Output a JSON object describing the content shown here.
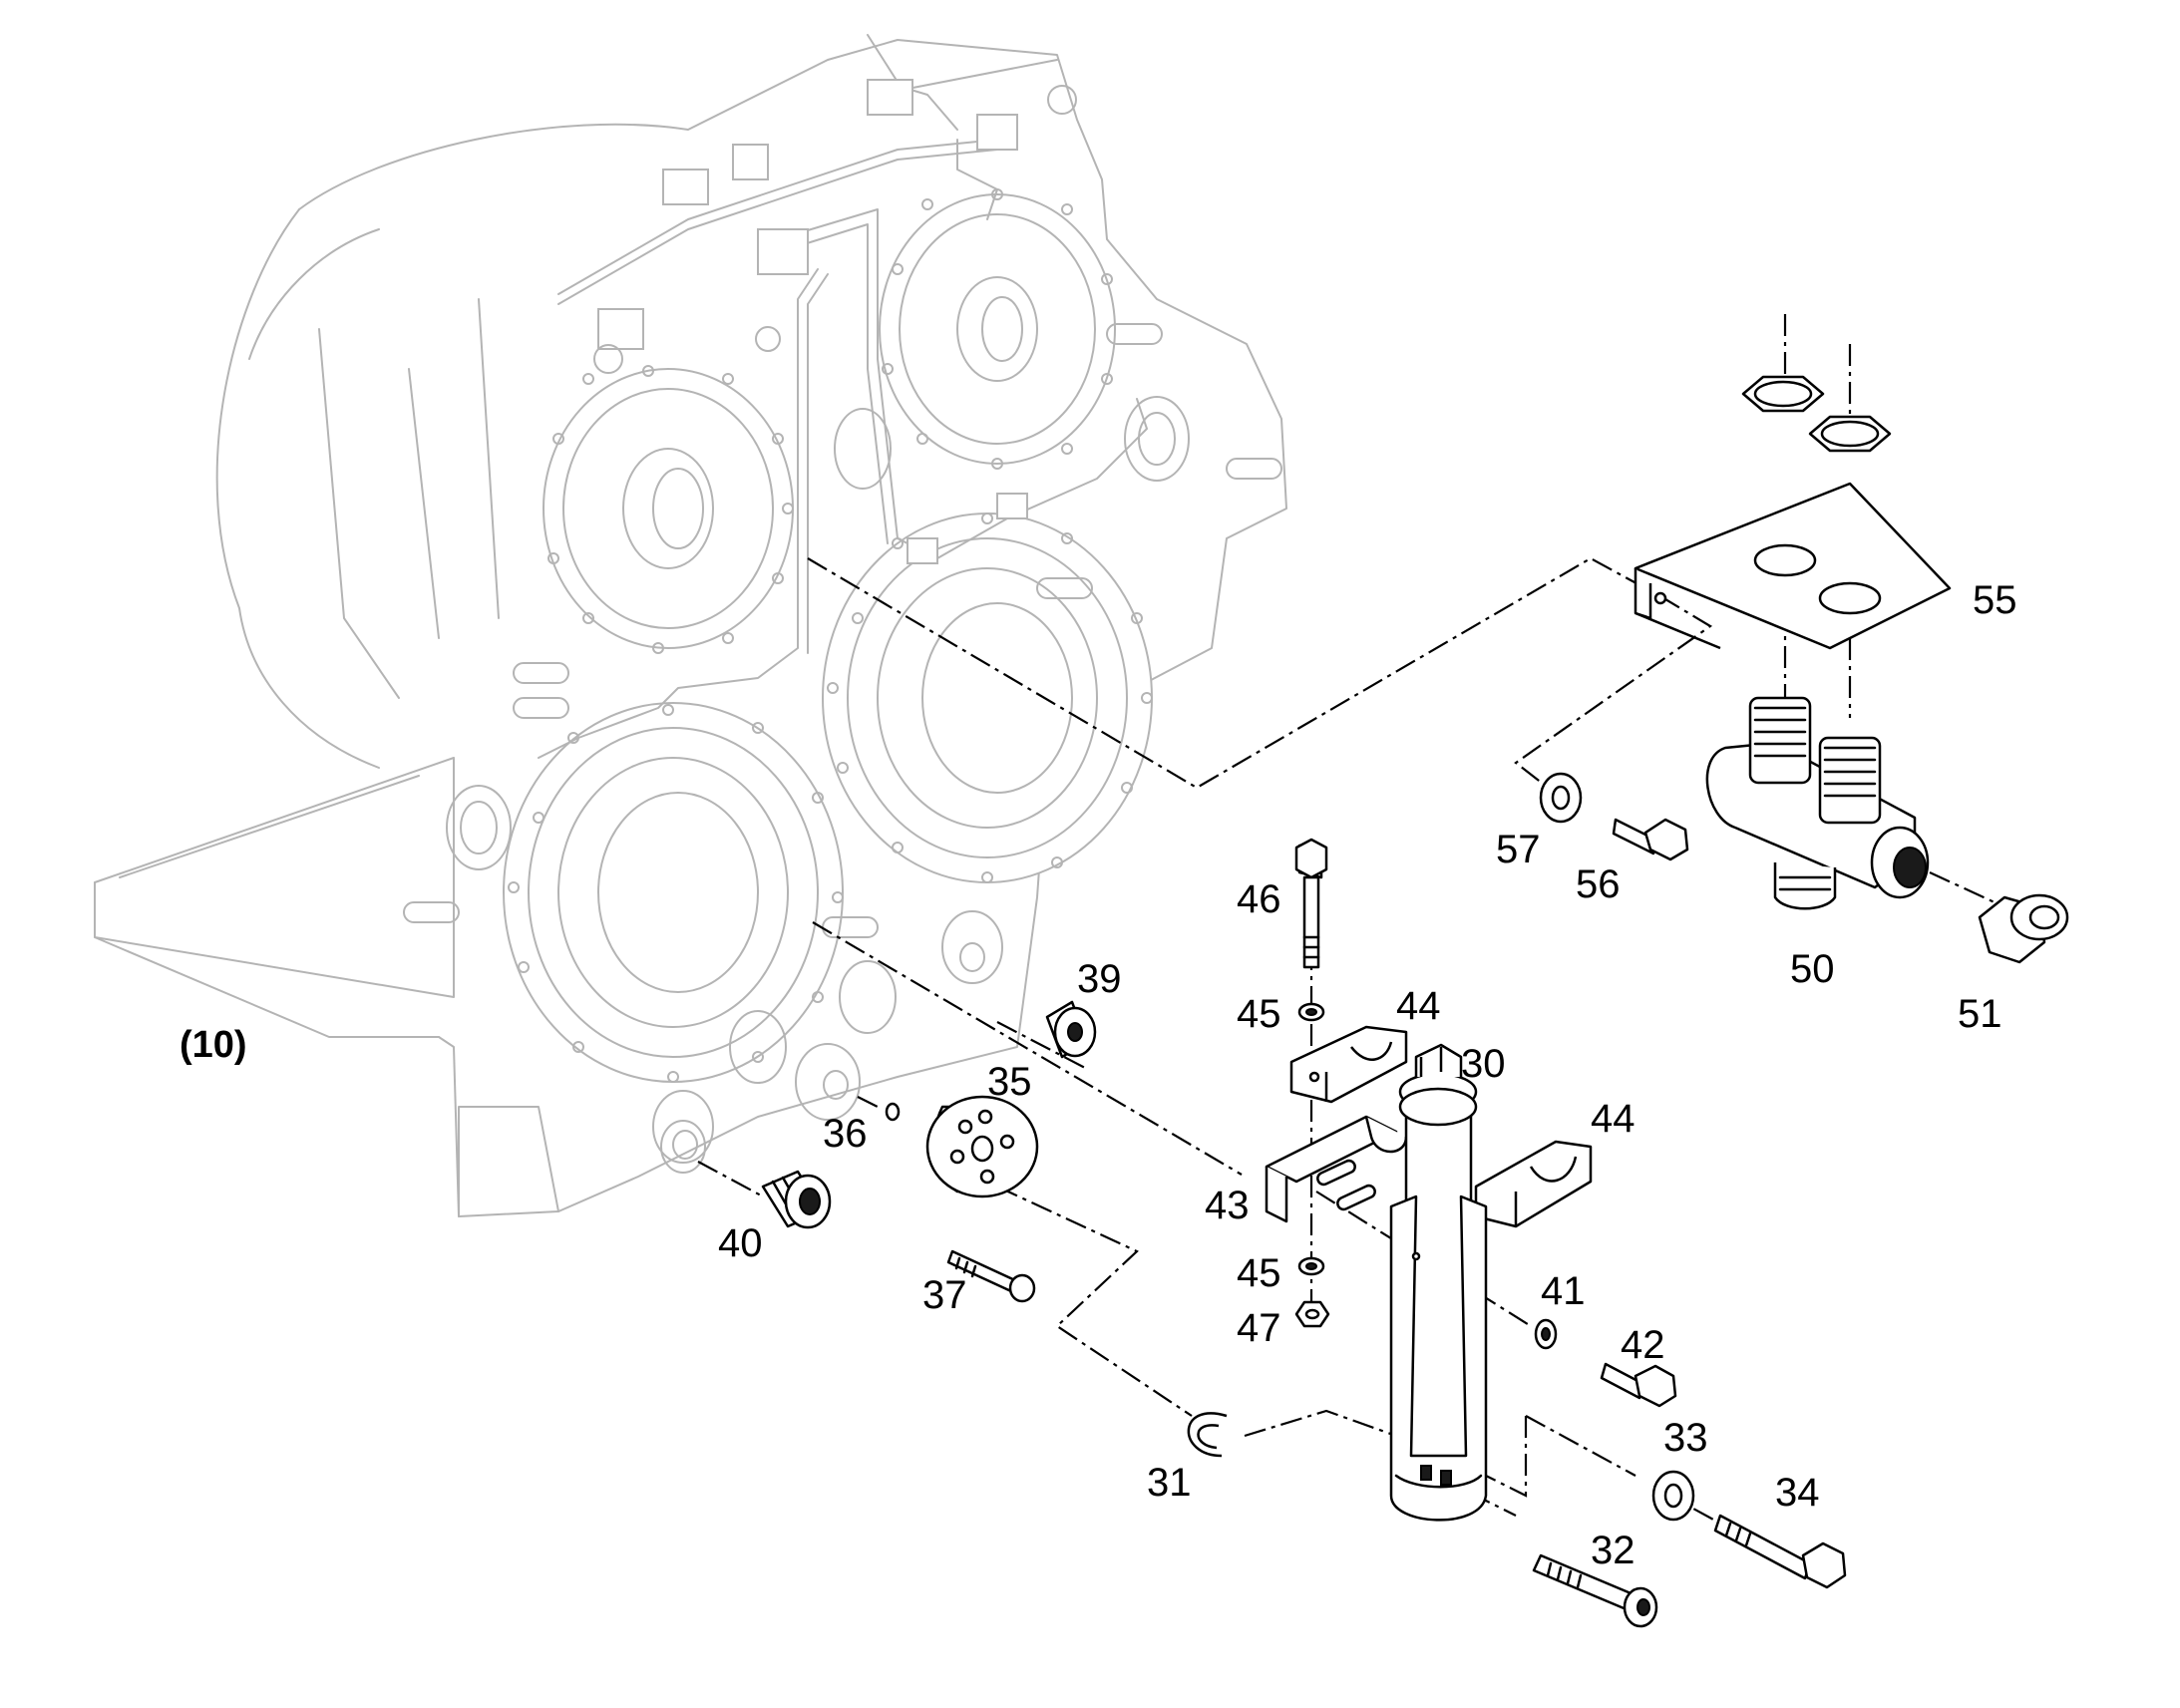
{
  "assembly": {
    "label": "(10)"
  },
  "parts": {
    "p30": "30",
    "p31": "31",
    "p32": "32",
    "p33": "33",
    "p34": "34",
    "p35": "35",
    "p36": "36",
    "p37": "37",
    "p39": "39",
    "p40": "40",
    "p41": "41",
    "p42": "42",
    "p43": "43",
    "p44a": "44",
    "p44b": "44",
    "p45a": "45",
    "p45b": "45",
    "p46": "46",
    "p47": "47",
    "p50": "50",
    "p51": "51",
    "p55": "55",
    "p56": "56",
    "p57": "57"
  },
  "colors": {
    "ghost_outline": "#b4b4b4",
    "part_outline": "#000000",
    "background": "#ffffff"
  }
}
